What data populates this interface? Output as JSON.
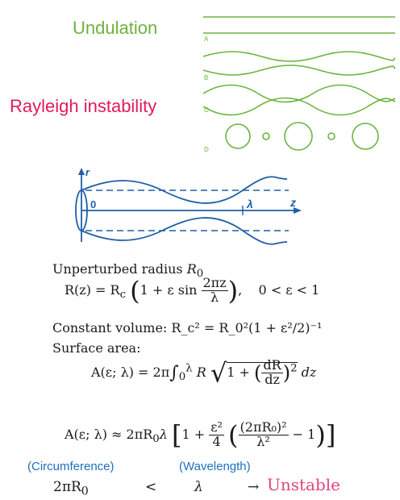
{
  "titles": {
    "undulation": "Undulation",
    "rayleigh": "Rayleigh instability"
  },
  "panels": {
    "a": "A",
    "b": "B",
    "c": "C",
    "d": "D"
  },
  "diagram": {
    "r_axis": "r",
    "z_axis": "z",
    "origin": "0",
    "lambda": "λ"
  },
  "equations": {
    "unperturbed_prefix": "Unperturbed radius ",
    "r0": "R",
    "r0_sub": "0",
    "eq1_lhs": "R(z) = R",
    "eq1_sub": "c",
    "eq1_mid": "1 + ε sin",
    "eq1_num": "2πz",
    "eq1_den": "λ",
    "eq1_cond": "0 < ε < 1",
    "constant_volume_label": "Constant volume: ",
    "constant_volume_expr": "R_c² = R_0²(1 + ε²/2)⁻¹",
    "surface_area_label": "Surface area:",
    "area_lhs": "A(ε; λ) = 2π",
    "area_integral_lower": "0",
    "area_integral_upper": "λ",
    "area_integrand": "R",
    "area_sqrt_prefix": "1 +",
    "area_d_num": "dR",
    "area_d_den": "dz",
    "area_dz": "dz",
    "approx_lhs": "A(ε; λ) ≈ 2πR",
    "approx_sub": "0",
    "approx_lambda": "λ",
    "approx_inner_prefix": "1 +",
    "approx_eps_num": "ε²",
    "approx_eps_den": "4",
    "approx_frac_num": "(2πR₀)²",
    "approx_frac_den": "λ²",
    "approx_minus": "− 1"
  },
  "bottom": {
    "circumference_label": "(Circumference)",
    "wavelength_label": "(Wavelength)",
    "circumference_expr": "2πR",
    "circumference_sub": "0",
    "less_than": "<",
    "lambda": "λ",
    "arrow": "→",
    "unstable": "Unstable"
  },
  "colors": {
    "green": "#6cb33e",
    "pink": "#e01a5b",
    "blue": "#1f6fbf"
  }
}
